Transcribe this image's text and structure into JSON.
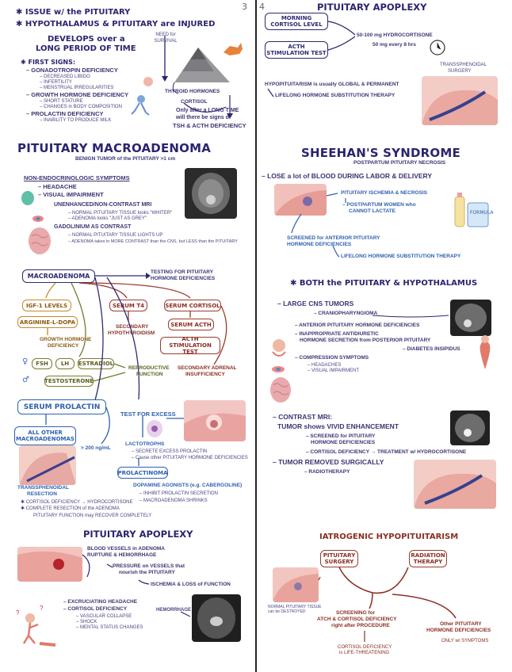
{
  "page_left": "3",
  "page_right": "4",
  "left": {
    "issue_title": "✱ ISSUE w/ the PITUITARY",
    "hypo_title": "✱ HYPOTHALAMUS & PITUITARY are INJURED",
    "develops": "DEVELOPS over a",
    "long_period": "LONG PERIOD OF TIME",
    "need_survival": "NEED for SURVIVAL",
    "first_signs": "✱ FIRST SIGNS:",
    "gonadotropin": "– GONADOTROPIN DEFICIENCY",
    "gonad_items": [
      "– DECREASED LIBIDO",
      "– INFERTILITY",
      "– MENSTRUAL IRREGULARITIES"
    ],
    "growth": "– GROWTH HORMONE DEFICIENCY",
    "growth_items": [
      "– SHORT STATURE",
      "– CHANGES in BODY COMPOSITION"
    ],
    "prolactin": "– PROLACTIN DEFICIENCY",
    "prolactin_items": [
      "– INABILITY TO PRODUCE MILK"
    ],
    "thyroid_hormones": "THYROID HORMONES",
    "cortisol": "CORTISOL",
    "only_after_1": "Only after a LONG TIME",
    "only_after_2": "will there be signs of",
    "only_after_3": "TSH & ACTH DEFICIENCY",
    "macro_title": "PITUITARY MACROADENOMA",
    "macro_sub": "BENIGN TUMOR of the PITUITARY >1 cm",
    "non_endo": "NON-ENDOCRINOLOGIC SYMPTOMS",
    "headache": "– HEADACHE",
    "visual": "– VISUAL IMPAIRMENT",
    "unenhanced": "UNENHANCED/NON-CONTRAST MRI",
    "unenh_items": [
      "– NORMAL PITUITARY TISSUE looks \"WHITER\"",
      "– ADENOMA looks \"JUST AS GREY\""
    ],
    "gadolinium": "GADOLINIUM AS CONTRAST",
    "gado_items": [
      "– NORMAL PITUITARY TISSUE LIGHTS UP",
      "– ADENOMA takes in MORE CONTRAST than the CNS, but LESS than the PITUITARY"
    ],
    "macroadenoma_box": "MACROADENOMA",
    "testing": "TESTING FOR PITUITARY",
    "testing2": "HORMONE DEFICIENCIES",
    "igf1": "IGF-1 LEVELS",
    "arginine": "ARGININE-L-DOPA",
    "ghd_1": "GROWTH HORMONE",
    "ghd_2": "DEFICIENCY",
    "t4": "SERUM T4",
    "secondary_hypo_1": "SECONDARY",
    "secondary_hypo_2": "HYPOTHYROIDISM",
    "serum_cortisol": "SERUM CORTISOL",
    "serum_acth": "SERUM ACTH",
    "acth_stim_1": "ACTH STIMULATION",
    "acth_stim_2": "TEST",
    "fsh": "FSH",
    "lh": "LH",
    "estradiol": "ESTRADIOL",
    "testosterone": "TESTOSTERONE",
    "reproductive_1": "REPRODUCTIVE",
    "reproductive_2": "FUNCTION",
    "adrenal_1": "SECONDARY ADRENAL",
    "adrenal_2": "INSUFFICIENCY",
    "serum_prolactin": "SERUM PROLACTIN",
    "test_excess": "TEST FOR EXCESS",
    "all_other_1": "ALL OTHER",
    "all_other_2": "MACROADENOMAS",
    "gt200": "> 200 ng/mL",
    "lactotrophs": "LACTOTROPHS",
    "lacto_items": [
      "– SECRETE EXCESS PROLACTIN",
      "– Cause other PITUITARY HORMONE DEFICIENCIES"
    ],
    "prolactinoma": "PROLACTINOMA",
    "dopamine": "DOPAMINE AGONISTS (e.g. CABERGOLINE)",
    "dopa_items": [
      "– INHIBIT PROLACTIN SECRETION",
      "– MACROADENOMA SHRINKS"
    ],
    "transsph_1": "TRANSSPHENOIDAL",
    "transsph_2": "RESECTION",
    "transsph_items": [
      "✱ CORTISOL DEFICIENCY → HYDROCORTISONE",
      "✱ COMPLETE RESECTION of the ADENOMA"
    ],
    "pit_function": "PITUITARY FUNCTION may RECOVER COMPLETELY",
    "apoplexy_title": "PITUITARY APOPLEXY",
    "blood_vessels_1": "BLOOD VESSELS in ADENOMA",
    "blood_vessels_2": "RUPTURE & HEMORRHAGE",
    "pressure_1": "PRESSURE on VESSELS that",
    "pressure_2": "nourish the PITUITARY",
    "ischemia": "ISCHEMIA & LOSS of FUNCTION",
    "excruciating": "– EXCRUCIATING HEADACHE",
    "cortisol_def": "– CORTISOL DEFICIENCY",
    "cort_items": [
      "– VASCULAR COLLAPSE",
      "– SHOCK",
      "– MENTAL STATUS CHANGES"
    ],
    "hemorrhage": "HEMORRHAGE"
  },
  "right": {
    "apoplexy_title": "PITUITARY APOPLEXY",
    "morning_1": "MORNING",
    "morning_2": "CORTISOL LEVEL",
    "acth_1": "ACTH",
    "acth_2": "STIMULATION TEST",
    "hydro_dose": "50-100 mg HYDROCORTISONE",
    "every8": "50 mg every 8 hrs",
    "transsph_1": "TRANSSPHENOIDAL",
    "transsph_2": "SURGERY",
    "hypopit_global": "HYPOPITUITARISM is usually GLOBAL & PERMANENT",
    "lifelong1": "LIFELONG HORMONE SUBSTITUTION THERAPY",
    "sheehan": "SHEEHAN'S SYNDROME",
    "postpartum": "POSTPARTUM PITUITARY NECROSIS",
    "lose_blood": "– LOSE a lot of BLOOD DURING LABOR & DELIVERY",
    "ischemia_necrosis": "PITUITARY ISCHEMIA & NECROSIS",
    "postpartum_women_1": "– POSTPARTUM WOMEN who",
    "postpartum_women_2": "CANNOT LACTATE",
    "formula": "FORMULA",
    "screened_1": "SCREENED for ANTERIOR PITUITARY",
    "screened_2": "HORMONE DEFICIENCIES",
    "lifelong2": "LIFELONG HORMONE SUBSTITUTION THERAPY",
    "both_title": "✱ BOTH the PITUITARY & HYPOTHALAMUS",
    "large_cns": "– LARGE CNS TUMORS",
    "cranio": "– CRANIOPHARYNGIOMA",
    "anterior_def": "– ANTERIOR PITUITARY HORMONE DEFICIENCIES",
    "inappropriate_1": "– INAPPROPRIATE ANTIDIURETIC",
    "inappropriate_2": "HORMONE SECRETION from POSTERIOR PITUITARY",
    "diabetes_insipidus": "– DIABETES INSIPIDUS",
    "compression": "– COMPRESSION SYMPTOMS",
    "compression_items": [
      "– HEADACHES",
      "– VISUAL IMPAIRMENT"
    ],
    "contrast_mri": "– CONTRAST MRI:",
    "tumor_vivid": "TUMOR shows VIVID ENHANCEMENT",
    "screened_pit_1": "– SCREENED for PITUITARY",
    "screened_pit_2": "HORMONE DEFICIENCIES",
    "cortisol_def_treat": "– CORTISOL DEFICIENCY → TREATMENT w/ HYDROCORTISONE",
    "tumor_removed": "– TUMOR REMOVED SURGICALLY",
    "radiotherapy": "– RADIOTHERAPY",
    "iatrogenic": "IATROGENIC HYPOPITUITARISM",
    "pit_surgery_1": "PITUITARY",
    "pit_surgery_2": "SURGERY",
    "radiation_1": "RADIATION",
    "radiation_2": "THERAPY",
    "normal_tissue_1": "NORMAL PITUITARY TISSUE",
    "normal_tissue_2": "can be DESTROYED",
    "screening_1": "SCREENING for",
    "screening_2": "ATCH & CORTISOL DEFICIENCY",
    "screening_3": "right after PROCEDURE",
    "cort_life_1": "CORTISOL DEFICIENCY",
    "cort_life_2": "is LIFE-THREATENING",
    "other_1": "Other PITUITARY",
    "other_2": "HORMONE DEFICIENCIES",
    "only_sym": "ONLY w/ SYMPTOMS"
  },
  "colors": {
    "navy": "#2a2470",
    "blue": "#2f61b0",
    "maroon": "#8a2e22",
    "orange": "#c58826",
    "olive": "#6b7e2a"
  }
}
